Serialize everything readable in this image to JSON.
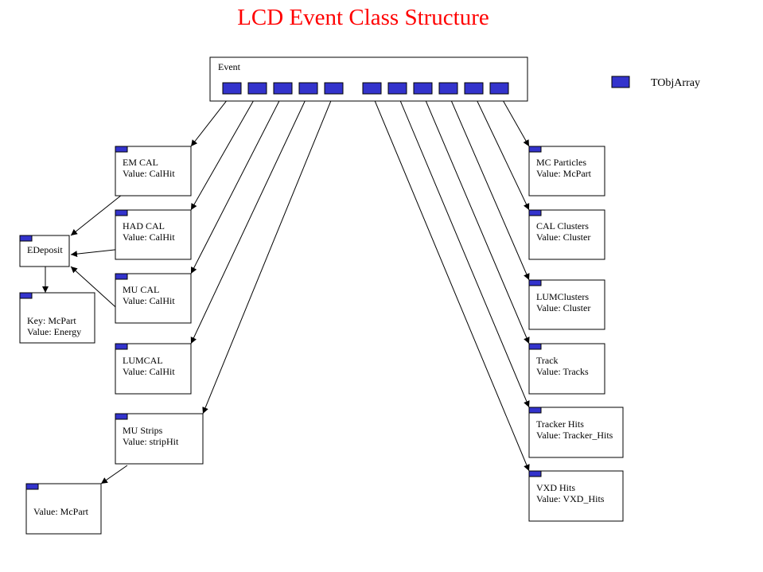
{
  "title": "LCD Event Class Structure",
  "colors": {
    "title": "#ff0000",
    "tobjarray_fill": "#3333cc",
    "line": "#000000",
    "box_fill": "#ffffff"
  },
  "legend": {
    "label": "TObjArray",
    "icon": "tobjarray-icon"
  },
  "event": {
    "label": "Event",
    "slot_count": 11
  },
  "nodes": [
    {
      "id": "em-cal",
      "lines": [
        "EM CAL",
        "Value: CalHit"
      ]
    },
    {
      "id": "had-cal",
      "lines": [
        "HAD CAL",
        "Value: CalHit"
      ]
    },
    {
      "id": "mu-cal",
      "lines": [
        "MU CAL",
        "Value: CalHit"
      ]
    },
    {
      "id": "lum-cal",
      "lines": [
        "LUMCAL",
        "Value: CalHit"
      ]
    },
    {
      "id": "mu-strips",
      "lines": [
        "MU Strips",
        "Value: stripHit"
      ]
    },
    {
      "id": "edeposit",
      "lines": [
        "EDeposit"
      ]
    },
    {
      "id": "edeposit-map",
      "lines": [
        "Key: McPart",
        "Value: Energy"
      ]
    },
    {
      "id": "mu-strips-mcpart",
      "lines": [
        "Value: McPart"
      ]
    },
    {
      "id": "mc-particles",
      "lines": [
        "MC Particles",
        "Value: McPart"
      ]
    },
    {
      "id": "cal-clusters",
      "lines": [
        "CAL Clusters",
        "Value: Cluster"
      ]
    },
    {
      "id": "lum-clusters",
      "lines": [
        "LUMClusters",
        "Value: Cluster"
      ]
    },
    {
      "id": "track",
      "lines": [
        "Track",
        "Value: Tracks"
      ]
    },
    {
      "id": "tracker-hits",
      "lines": [
        "Tracker Hits",
        "Value: Tracker_Hits"
      ]
    },
    {
      "id": "vxd-hits",
      "lines": [
        "VXD Hits",
        "Value: VXD_Hits"
      ]
    }
  ],
  "edges": [
    {
      "from": "event-slot-1",
      "to": "em-cal"
    },
    {
      "from": "event-slot-2",
      "to": "had-cal"
    },
    {
      "from": "event-slot-3",
      "to": "mu-cal"
    },
    {
      "from": "event-slot-4",
      "to": "lum-cal"
    },
    {
      "from": "event-slot-5",
      "to": "mu-strips"
    },
    {
      "from": "event-slot-6",
      "to": "vxd-hits"
    },
    {
      "from": "event-slot-7",
      "to": "tracker-hits"
    },
    {
      "from": "event-slot-8",
      "to": "track"
    },
    {
      "from": "event-slot-9",
      "to": "lum-clusters"
    },
    {
      "from": "event-slot-10",
      "to": "cal-clusters"
    },
    {
      "from": "event-slot-11",
      "to": "mc-particles"
    },
    {
      "from": "em-cal",
      "to": "edeposit"
    },
    {
      "from": "had-cal",
      "to": "edeposit"
    },
    {
      "from": "mu-cal",
      "to": "edeposit"
    },
    {
      "from": "edeposit",
      "to": "edeposit-map"
    },
    {
      "from": "mu-strips",
      "to": "mu-strips-mcpart"
    }
  ]
}
